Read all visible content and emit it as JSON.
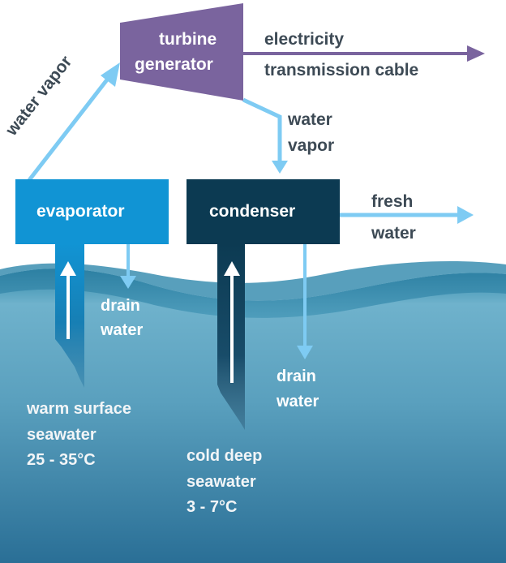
{
  "diagram": {
    "nodes": {
      "turbine_generator": {
        "line1": "turbine",
        "line2": "generator"
      },
      "evaporator": {
        "label": "evaporator"
      },
      "condenser": {
        "label": "condenser"
      }
    },
    "flows": {
      "water_vapor_up": "water vapor",
      "electricity": {
        "line1": "electricity",
        "line2": "transmission cable"
      },
      "water_vapor_down": {
        "line1": "water",
        "line2": "vapor"
      },
      "fresh_water": {
        "line1": "fresh",
        "line2": "water"
      },
      "evaporator_drain": {
        "line1": "drain",
        "line2": "water"
      },
      "condenser_drain": {
        "line1": "drain",
        "line2": "water"
      }
    },
    "sources": {
      "warm": {
        "line1": "warm surface",
        "line2": "seawater",
        "line3": "25 - 35°C"
      },
      "cold": {
        "line1": "cold deep",
        "line2": "seawater",
        "line3": "3 - 7°C"
      }
    },
    "colors": {
      "turbine": "#7a649e",
      "evaporator": "#1194d4",
      "condenser": "#0c3a52",
      "flow_arrow": "#7ecbf3",
      "electric_arrow": "#7a649e",
      "ocean_surface": "#2f86a6",
      "ocean_deep": "#5fa3c0",
      "label_dark": "#3d4a55"
    }
  }
}
